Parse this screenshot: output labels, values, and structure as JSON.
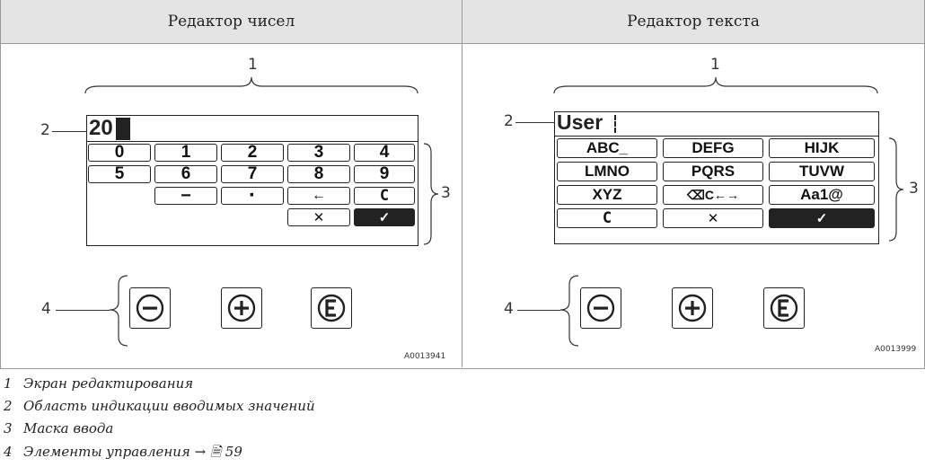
{
  "panels": {
    "left": {
      "title": "Редактор чисел",
      "display_value": "20",
      "keys": [
        "0",
        "1",
        "2",
        "3",
        "4",
        "5",
        "6",
        "7",
        "8",
        "9",
        "−",
        "·",
        "←",
        "C",
        "✕",
        "✓"
      ],
      "code": "A0013941"
    },
    "right": {
      "title": "Редактор текста",
      "display_value": "User",
      "keys": [
        "ABC_",
        "DEFG",
        "HIJK",
        "LMNO",
        "PQRS",
        "TUVW",
        "XYZ",
        "⌫C←→",
        "Aa1@",
        "C",
        "✕",
        "✓"
      ],
      "code": "A0013999"
    }
  },
  "callouts": {
    "c1": "1",
    "c2": "2",
    "c3": "3",
    "c4": "4"
  },
  "legend": [
    {
      "num": "1",
      "text": "Экран редактирования"
    },
    {
      "num": "2",
      "text": "Область индикации вводимых значений"
    },
    {
      "num": "3",
      "text": "Маска ввода"
    },
    {
      "num": "4",
      "text": "Элементы управления → 🗎 59"
    }
  ]
}
